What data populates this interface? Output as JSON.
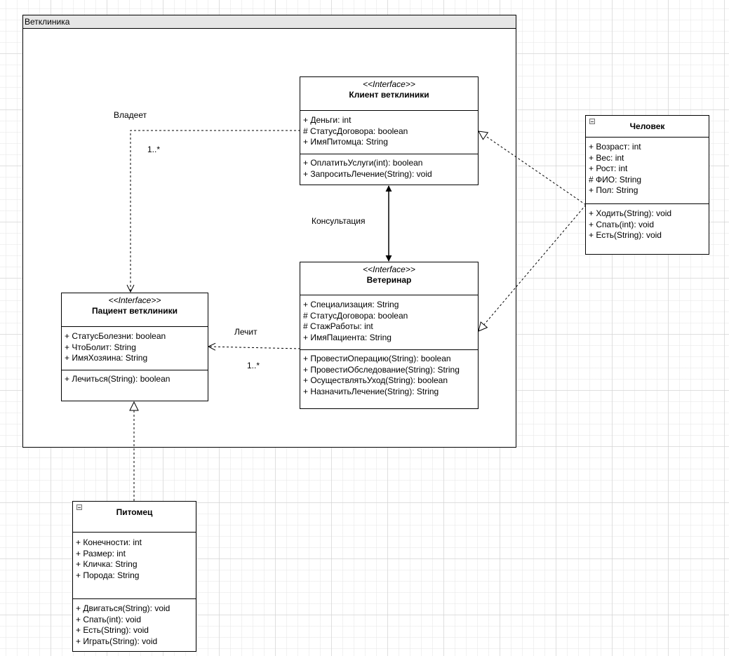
{
  "package": {
    "title": "Ветклиника"
  },
  "classes": {
    "client": {
      "stereotype": "<<Interface>>",
      "name": "Клиент ветклиники",
      "attributes": [
        "+ Деньги: int",
        "# СтатусДоговора: boolean",
        "+ ИмяПитомца: String"
      ],
      "operations": [
        "+ ОплатитьУслуги(int): boolean",
        "+ ЗапроситьЛечение(String): void"
      ]
    },
    "vet": {
      "stereotype": "<<Interface>>",
      "name": "Ветеринар",
      "attributes": [
        "+ Специализация: String",
        "# СтатусДоговора: boolean",
        "# СтажРаботы: int",
        "+ ИмяПациента: String"
      ],
      "operations": [
        "+ ПровестиОперацию(String): boolean",
        "+ ПровестиОбследование(String): String",
        "+ ОсуществлятьУход(String): boolean",
        "+ НазначитьЛечение(String): String"
      ]
    },
    "patient": {
      "stereotype": "<<Interface>>",
      "name": "Пациент ветклиники",
      "attributes": [
        "+ СтатусБолезни: boolean",
        "+ ЧтоБолит: String",
        "+ ИмяХозяина: String"
      ],
      "operations": [
        "+ Лечиться(String): boolean"
      ]
    },
    "human": {
      "name": "Человек",
      "attributes": [
        "+ Возраст: int",
        "+ Вес: int",
        "+ Рост: int",
        "# ФИО: String",
        "+ Пол: String"
      ],
      "operations": [
        "+ Ходить(String): void",
        "+ Спать(int): void",
        "+ Есть(String): void"
      ]
    },
    "pet": {
      "name": "Питомец",
      "attributes": [
        "+ Конечности: int",
        "+ Размер: int",
        "+ Кличка: String",
        "+ Порода: String"
      ],
      "operations": [
        "+ Двигаться(String): void",
        "+ Спать(int): void",
        "+ Есть(String): void",
        "+ Играть(String): void"
      ]
    }
  },
  "relations": {
    "owns_label": "Владеет",
    "owns_multiplicity": "1..*",
    "consult_label": "Консультация",
    "treats_label": "Лечит",
    "treats_multiplicity": "1..*"
  }
}
